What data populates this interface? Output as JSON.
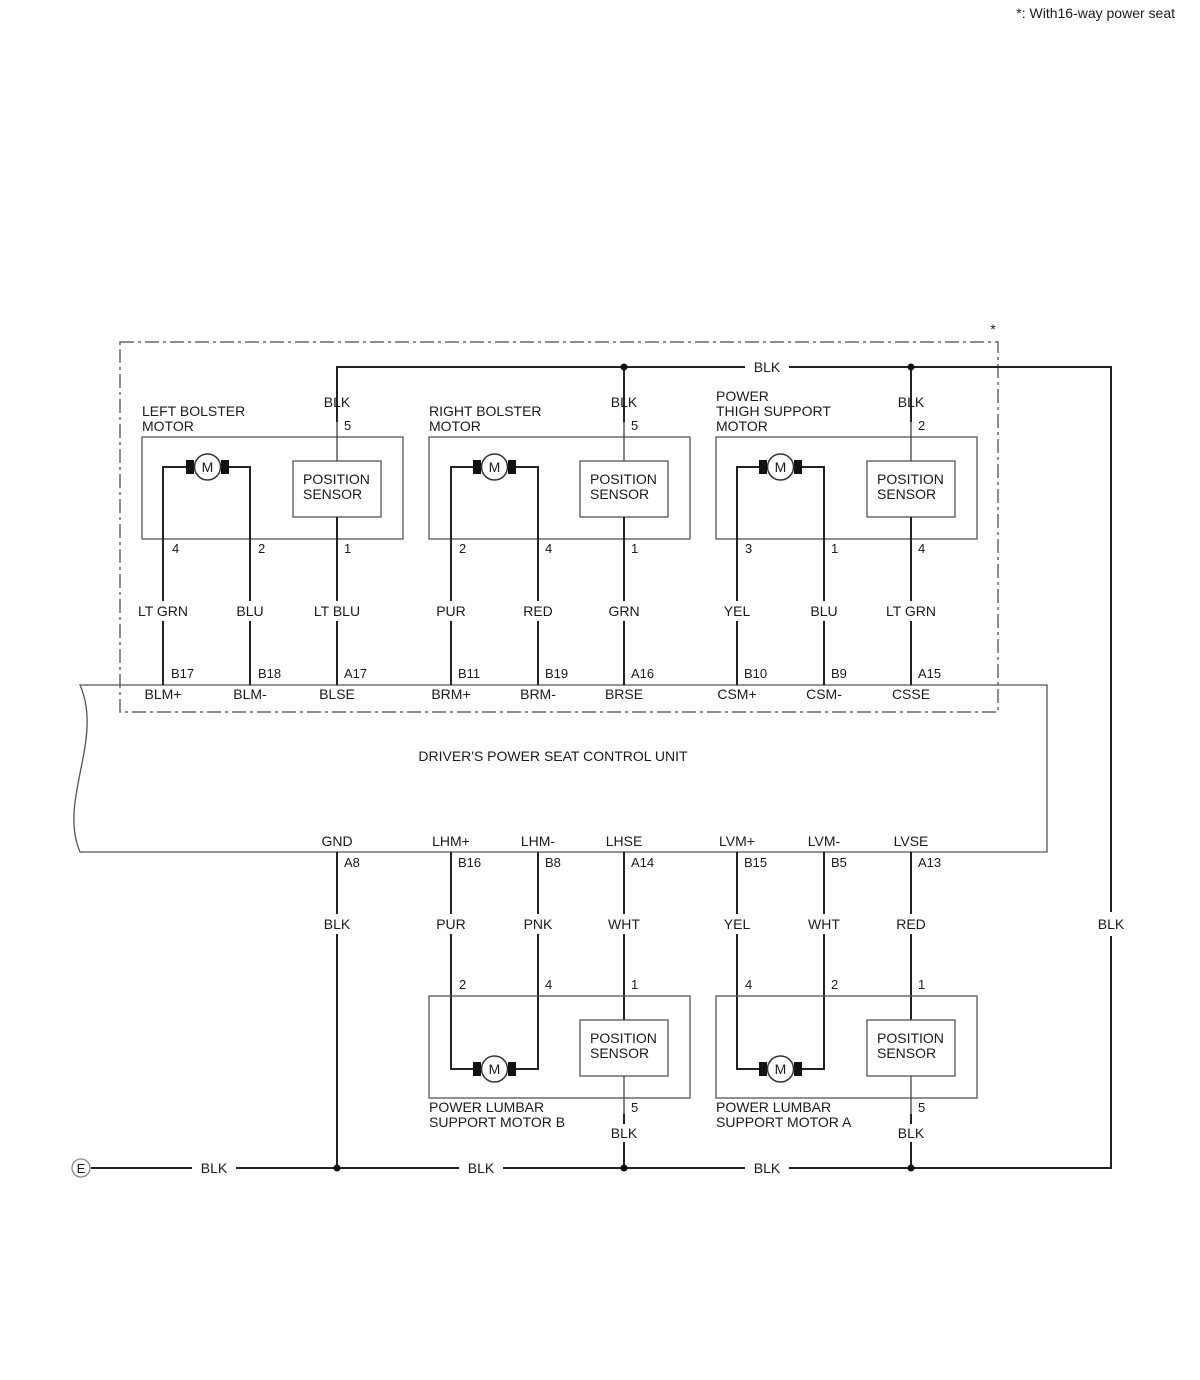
{
  "footnote": "*: With16-way power seat",
  "asterisk": "*",
  "unit_label": "DRIVER'S POWER SEAT CONTROL UNIT",
  "ground_label": "E",
  "motor_symbol": "M",
  "sensor_line1": "POSITION",
  "sensor_line2": "SENSOR",
  "top_bus_wire": "BLK",
  "right_bus_wire": "BLK",
  "bottom_bus_wires": [
    "BLK",
    "BLK",
    "BLK"
  ],
  "top_motors": [
    {
      "name_lines": [
        "LEFT BOLSTER",
        "MOTOR"
      ],
      "supply_color": "BLK",
      "supply_pin": "5",
      "pins": [
        "4",
        "2",
        "1"
      ],
      "wire_colors": [
        "LT GRN",
        "BLU",
        "LT BLU"
      ],
      "connector_pins": [
        "B17",
        "B18",
        "A17"
      ],
      "terminals": [
        "BLM+",
        "BLM-",
        "BLSE"
      ]
    },
    {
      "name_lines": [
        "RIGHT BOLSTER",
        "MOTOR"
      ],
      "supply_color": "BLK",
      "supply_pin": "5",
      "pins": [
        "2",
        "4",
        "1"
      ],
      "wire_colors": [
        "PUR",
        "RED",
        "GRN"
      ],
      "connector_pins": [
        "B11",
        "B19",
        "A16"
      ],
      "terminals": [
        "BRM+",
        "BRM-",
        "BRSE"
      ]
    },
    {
      "name_lines": [
        "POWER",
        "THIGH SUPPORT",
        "MOTOR"
      ],
      "supply_color": "BLK",
      "supply_pin": "2",
      "pins": [
        "3",
        "1",
        "4"
      ],
      "wire_colors": [
        "YEL",
        "BLU",
        "LT GRN"
      ],
      "connector_pins": [
        "B10",
        "B9",
        "A15"
      ],
      "terminals": [
        "CSM+",
        "CSM-",
        "CSSE"
      ]
    }
  ],
  "ground_wire": {
    "terminal": "GND",
    "connector_pin": "A8",
    "color": "BLK"
  },
  "bottom_motors": [
    {
      "name_lines": [
        "POWER LUMBAR",
        "SUPPORT MOTOR B"
      ],
      "terminals": [
        "LHM+",
        "LHM-",
        "LHSE"
      ],
      "connector_pins": [
        "B16",
        "B8",
        "A14"
      ],
      "wire_colors": [
        "PUR",
        "PNK",
        "WHT"
      ],
      "pins": [
        "2",
        "4",
        "1"
      ],
      "ground_pin": "5",
      "ground_color": "BLK"
    },
    {
      "name_lines": [
        "POWER LUMBAR",
        "SUPPORT MOTOR A"
      ],
      "terminals": [
        "LVM+",
        "LVM-",
        "LVSE"
      ],
      "connector_pins": [
        "B15",
        "B5",
        "A13"
      ],
      "wire_colors": [
        "YEL",
        "WHT",
        "RED"
      ],
      "pins": [
        "4",
        "2",
        "1"
      ],
      "ground_pin": "5",
      "ground_color": "BLK"
    }
  ]
}
